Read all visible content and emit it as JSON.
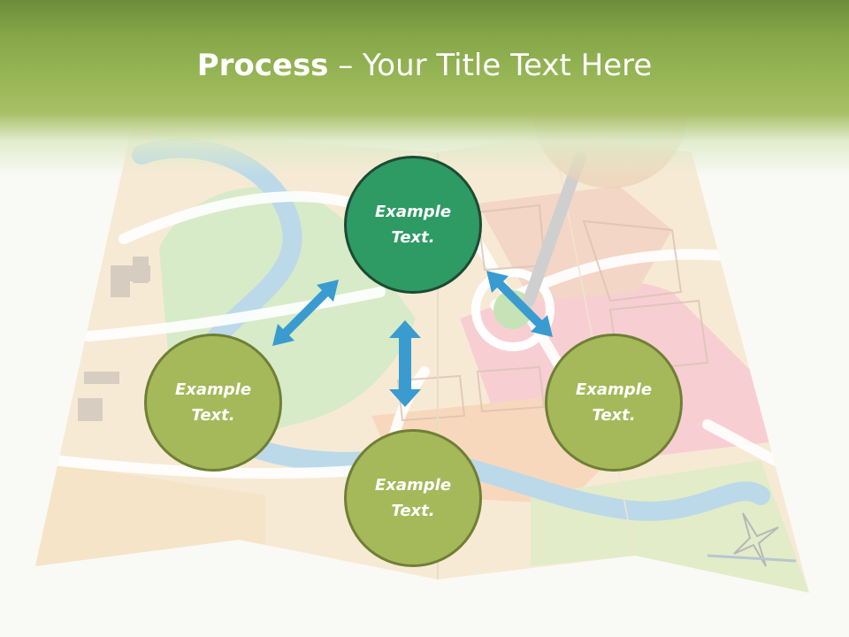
{
  "title": {
    "bold": "Process",
    "rest": " – Your Title Text Here"
  },
  "nodes": {
    "top": "Example Text.",
    "left": "Example Text.",
    "right": "Example Text.",
    "bottom": "Example Text."
  },
  "colors": {
    "header_green": "#9ab858",
    "node_primary": "#2e9a64",
    "node_secondary": "#a5b95a",
    "arrow": "#3a9bd0"
  },
  "icons": [
    "map-background",
    "location-pin-icon",
    "double-arrow-icon"
  ]
}
